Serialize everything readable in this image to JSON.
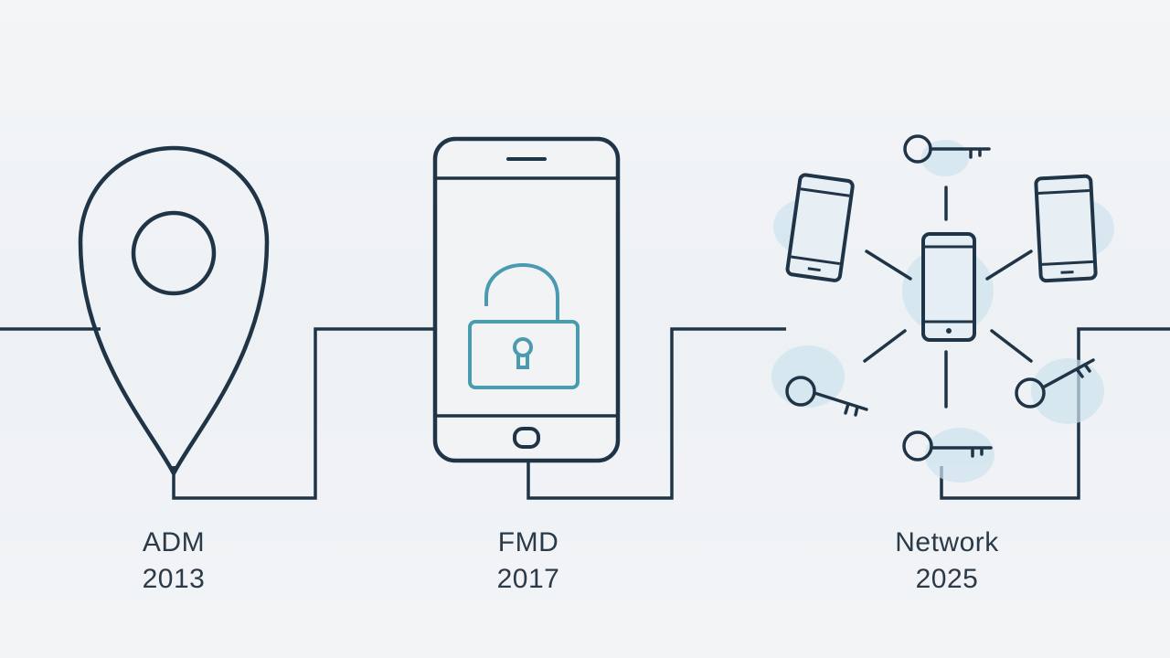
{
  "colors": {
    "line": "#1f3447",
    "accent": "#4a9bb0",
    "glow": "#cde3ee"
  },
  "milestones": [
    {
      "name": "ADM",
      "year": "2013",
      "icon": "location-pin-icon"
    },
    {
      "name": "FMD",
      "year": "2017",
      "icon": "smartphone-unlock-icon"
    },
    {
      "name": "Network",
      "year": "2025",
      "icon": "device-key-network-icon"
    }
  ]
}
